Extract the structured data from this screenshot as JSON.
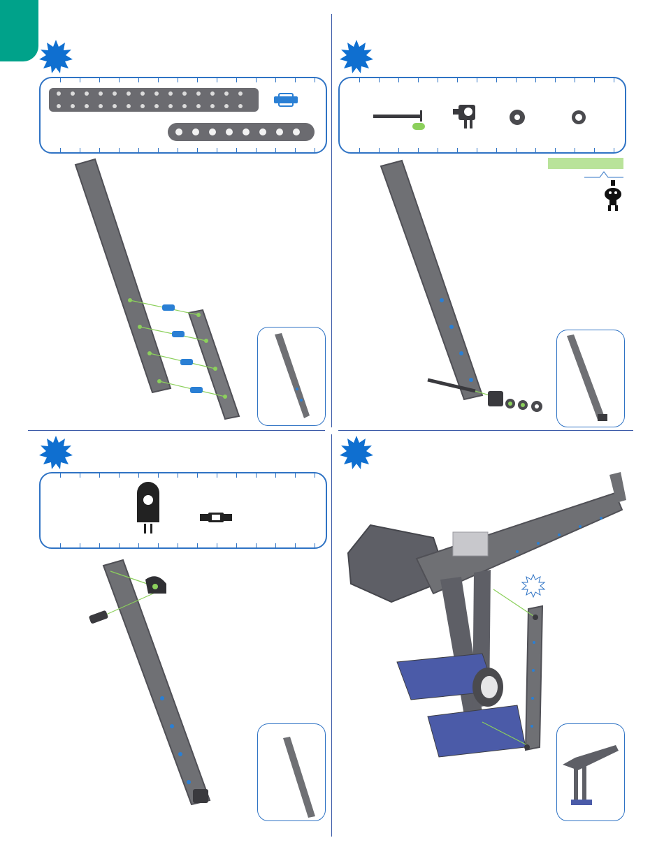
{
  "colors": {
    "accent_tab": "#00a28a",
    "step_badge": "#0f6fd0",
    "frame_border": "#2f73c4",
    "beam_gray": "#6b6b70",
    "pin_blue": "#2a7fd4",
    "guide_green": "#8cd05c"
  },
  "icons": {
    "step_badge": "starburst-badge-icon",
    "robot": "robot-mascot-icon",
    "burst": "attachment-burst-icon"
  },
  "panels": [
    {
      "id": "step-1",
      "parts": [
        "long-beam",
        "connector-pin",
        "short-beam"
      ]
    },
    {
      "id": "step-2",
      "parts": [
        "shaft",
        "corner-connector",
        "shaft-collar",
        "washer"
      ]
    },
    {
      "id": "step-3",
      "parts": [
        "round-connector",
        "double-pin"
      ]
    },
    {
      "id": "step-4",
      "parts": [
        "assembled-model",
        "arm-beam"
      ]
    }
  ]
}
